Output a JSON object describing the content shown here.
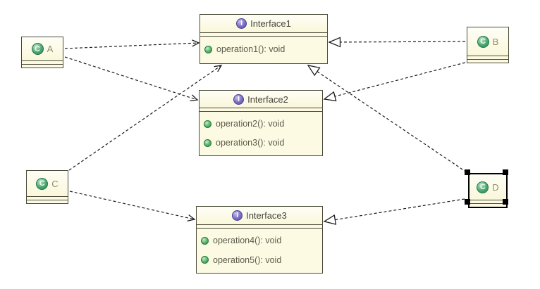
{
  "diagram": {
    "type": "uml-class-diagram",
    "background": "#ffffff",
    "colors": {
      "node_fill": "#fcfae2",
      "node_border": "#4a4a3a",
      "edge_line": "#1b1b1b",
      "interface_icon": "#6f63b8",
      "class_icon": "#3f9e63",
      "operation_icon": "#3fa14e",
      "title_text": "#45453c",
      "class_label_text": "#8f8f68",
      "operation_text": "#5c5c4e",
      "selection_handle": "#000000"
    },
    "icons": {
      "interface_glyph": "I",
      "class_glyph": "C"
    },
    "interfaces": [
      {
        "id": "interface1",
        "name": "Interface1",
        "operations": [
          "operation1(): void"
        ]
      },
      {
        "id": "interface2",
        "name": "Interface2",
        "operations": [
          "operation2(): void",
          "operation3(): void"
        ]
      },
      {
        "id": "interface3",
        "name": "Interface3",
        "operations": [
          "operation4(): void",
          "operation5(): void"
        ]
      }
    ],
    "classes": [
      {
        "id": "class-a",
        "name": "A",
        "selected": false
      },
      {
        "id": "class-b",
        "name": "B",
        "selected": false
      },
      {
        "id": "class-c",
        "name": "C",
        "selected": false
      },
      {
        "id": "class-d",
        "name": "D",
        "selected": true
      }
    ],
    "relationships": [
      {
        "from": "A",
        "to": "Interface1",
        "line": "dashed",
        "arrowhead": "open"
      },
      {
        "from": "A",
        "to": "Interface2",
        "line": "dashed",
        "arrowhead": "open"
      },
      {
        "from": "C",
        "to": "Interface1",
        "line": "dashed",
        "arrowhead": "open"
      },
      {
        "from": "C",
        "to": "Interface3",
        "line": "dashed",
        "arrowhead": "open"
      },
      {
        "from": "B",
        "to": "Interface1",
        "line": "dashed",
        "arrowhead": "hollow-triangle"
      },
      {
        "from": "B",
        "to": "Interface2",
        "line": "dashed",
        "arrowhead": "hollow-triangle"
      },
      {
        "from": "D",
        "to": "Interface1",
        "line": "dashed",
        "arrowhead": "hollow-triangle"
      },
      {
        "from": "D",
        "to": "Interface3",
        "line": "dashed",
        "arrowhead": "hollow-triangle"
      }
    ]
  }
}
